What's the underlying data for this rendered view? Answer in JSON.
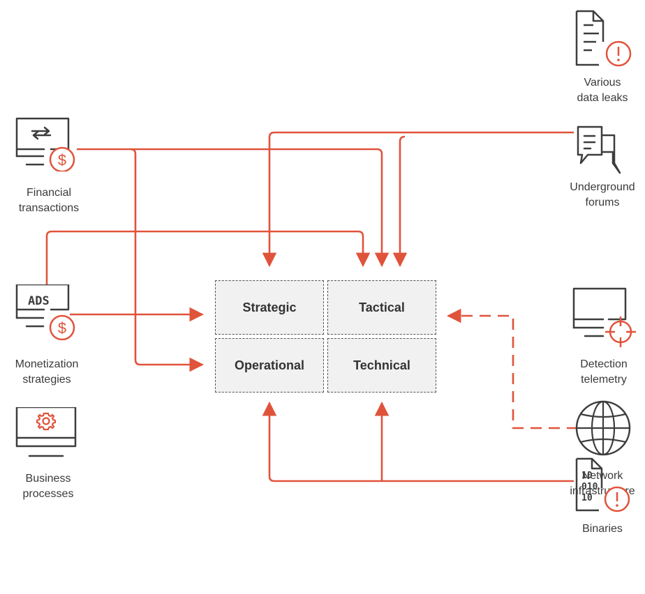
{
  "colors": {
    "accent": "#e0533b",
    "line": "#e0533b",
    "icon_stroke": "#3d3d3d",
    "box_fill": "#f1f1f1"
  },
  "sources": {
    "various_data_leaks": {
      "label": "Various\ndata leaks",
      "icon": "document-alert-icon"
    },
    "financial_transactions": {
      "label": "Financial\ntransactions",
      "icon": "monitor-dollar-icon"
    },
    "underground_forums": {
      "label": "Underground\nforums",
      "icon": "chat-bubbles-icon"
    },
    "monetization_strategies": {
      "label": "Monetization\nstrategies",
      "icon": "ads-monitor-dollar-icon",
      "icon_text": "ADS"
    },
    "business_processes": {
      "label": "Business\nprocesses",
      "icon": "monitor-gear-icon"
    },
    "detection_telemetry": {
      "label": "Detection\ntelemetry",
      "icon": "monitor-crosshair-icon"
    },
    "network_infrastructure": {
      "label": "Network\ninfrastructure",
      "icon": "globe-icon"
    },
    "binaries": {
      "label": "Binaries",
      "icon": "binary-file-alert-icon",
      "icon_text": [
        "10",
        "010",
        "10"
      ]
    }
  },
  "quadrants": {
    "strategic": "Strategic",
    "tactical": "Tactical",
    "operational": "Operational",
    "technical": "Technical"
  },
  "connections": [
    {
      "from": "Financial transactions",
      "to": "Tactical",
      "style": "solid"
    },
    {
      "from": "Financial transactions",
      "to": "Operational",
      "style": "solid"
    },
    {
      "from": "Underground forums",
      "to": "Strategic",
      "style": "solid"
    },
    {
      "from": "Underground forums",
      "to": "Tactical",
      "style": "solid"
    },
    {
      "from": "Monetization strategies",
      "to": "Tactical",
      "style": "solid"
    },
    {
      "from": "Monetization strategies",
      "to": "Strategic",
      "style": "solid"
    },
    {
      "from": "Network infrastructure",
      "to": "Tactical",
      "style": "dashed"
    },
    {
      "from": "Binaries",
      "to": "Operational",
      "style": "solid"
    },
    {
      "from": "Binaries",
      "to": "Technical",
      "style": "solid"
    }
  ]
}
